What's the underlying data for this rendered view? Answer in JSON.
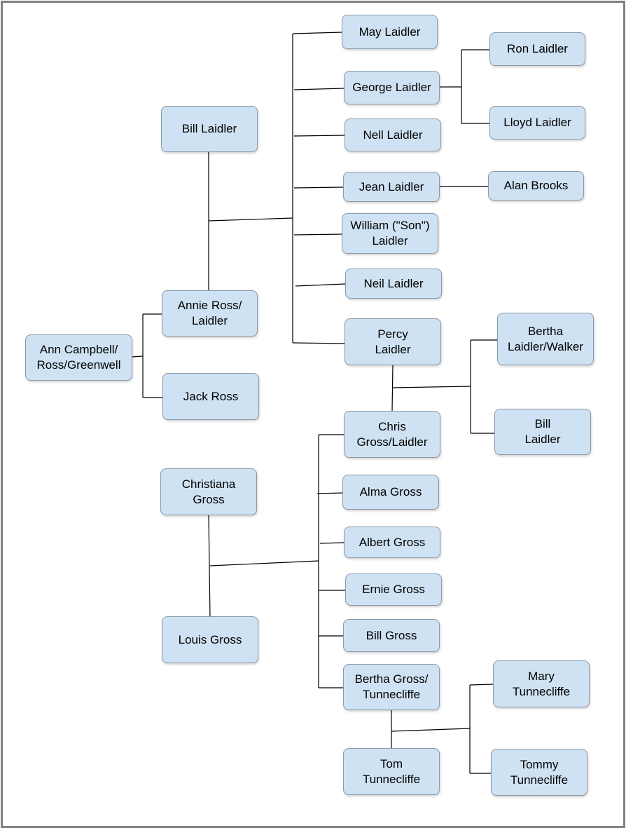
{
  "nodes": {
    "may_laidler": "May Laidler",
    "george_laidler": "George Laidler",
    "ron_laidler": "Ron Laidler",
    "lloyd_laidler": "Lloyd Laidler",
    "nell_laidler": "Nell Laidler",
    "bill_laidler_top": "Bill Laidler",
    "jean_laidler": "Jean Laidler",
    "alan_brooks": "Alan Brooks",
    "william_son_laidler": "William (\"Son\")\nLaidler",
    "neil_laidler": "Neil Laidler",
    "annie_ross_laidler": "Annie Ross/\nLaidler",
    "ann_campbell": "Ann Campbell/\nRoss/Greenwell",
    "jack_ross": "Jack Ross",
    "percy_laidler": "Percy\nLaidler",
    "bertha_laidler_walker": "Bertha\nLaidler/Walker",
    "bill_laidler_right": "Bill\nLaidler",
    "chris_gross_laidler": "Chris\nGross/Laidler",
    "christiana_gross": "Christiana\nGross",
    "alma_gross": "Alma Gross",
    "albert_gross": "Albert Gross",
    "ernie_gross": "Ernie Gross",
    "louis_gross": "Louis Gross",
    "bill_gross": "Bill Gross",
    "bertha_gross_tunnecliffe": "Bertha Gross/\nTunnecliffe",
    "mary_tunnecliffe": "Mary\nTunnecliffe",
    "tom_tunnecliffe": "Tom\nTunnecliffe",
    "tommy_tunnecliffe": "Tommy\nTunnecliffe"
  }
}
